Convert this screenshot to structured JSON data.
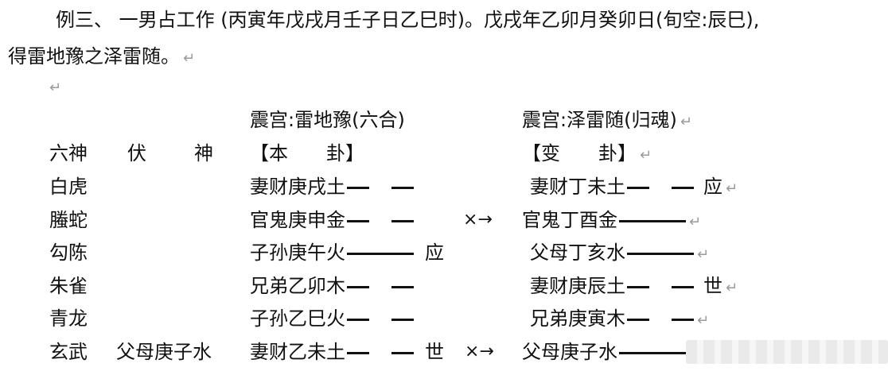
{
  "intro": {
    "line1": "例三、 一男占工作 (丙寅年戊戌月壬子日乙巳时)。戊戌年乙卯月癸卯日(旬空:辰巳),",
    "line2": "得雷地豫之泽雷随。"
  },
  "para_mark": "↵",
  "headers": {
    "ben_title": "震宫:雷地豫(六合)",
    "bian_title": "震宫:泽雷随(归魂)",
    "col_liushen": "六神",
    "col_fu": "伏",
    "col_shen": "神",
    "col_ben": "【本　　卦】",
    "col_bian": "【变　　卦】"
  },
  "rows": [
    {
      "liushen": "白虎",
      "fushen": "",
      "ben": "妻财庚戌土",
      "ben_yao": "yin",
      "ben_mark": "",
      "change": "",
      "bian": "妻财丁未土",
      "bian_yao": "yin",
      "bian_mark": "应"
    },
    {
      "liushen": "螣蛇",
      "fushen": "",
      "ben": "官鬼庚申金",
      "ben_yao": "yin",
      "ben_mark": "",
      "change": "×→",
      "bian": "官鬼丁酉金",
      "bian_yao": "yang",
      "bian_mark": ""
    },
    {
      "liushen": "勾陈",
      "fushen": "",
      "ben": "子孙庚午火",
      "ben_yao": "yang",
      "ben_mark": "应",
      "change": "",
      "bian": "父母丁亥水",
      "bian_yao": "yang",
      "bian_mark": ""
    },
    {
      "liushen": "朱雀",
      "fushen": "",
      "ben": "兄弟乙卯木",
      "ben_yao": "yin",
      "ben_mark": "",
      "change": "",
      "bian": "妻财庚辰土",
      "bian_yao": "yin",
      "bian_mark": "世"
    },
    {
      "liushen": "青龙",
      "fushen": "",
      "ben": "子孙乙巳火",
      "ben_yao": "yin",
      "ben_mark": "",
      "change": "",
      "bian": "兄弟庚寅木",
      "bian_yao": "yin",
      "bian_mark": ""
    },
    {
      "liushen": "玄武",
      "fushen": "父母庚子水",
      "ben": "妻财乙未土",
      "ben_yao": "yin",
      "ben_mark": "世",
      "change": "×→",
      "bian": "父母庚子水",
      "bian_yao": "yang",
      "bian_mark": ""
    }
  ]
}
